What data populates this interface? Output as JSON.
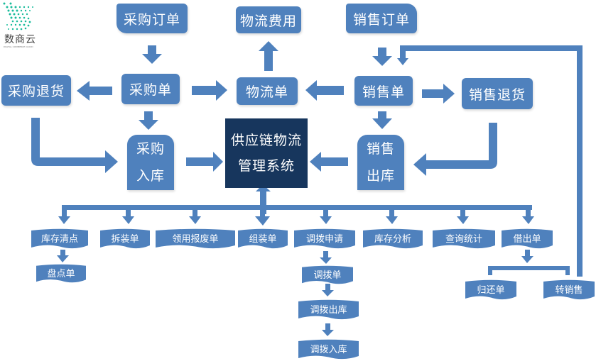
{
  "logo": {
    "name": "数商云",
    "subtitle": "DIGITAL COMMERCE CLOUD",
    "dot_color": "#1abc9c"
  },
  "colors": {
    "node": "#4f81bd",
    "core": "#17365d",
    "text": "#ffffff"
  },
  "nodes": {
    "purchase_order": "采购订单",
    "logistics_cost": "物流费用",
    "sales_order": "销售订单",
    "purchase_return": "采购退货",
    "purchase_form": "采购单",
    "logistics_form": "物流单",
    "sales_form": "销售单",
    "sales_return": "销售退货",
    "purchase_inbound_1": "采购",
    "purchase_inbound_2": "入库",
    "core_1": "供应链物流",
    "core_2": "管理系统",
    "sales_outbound_1": "销售",
    "sales_outbound_2": "出库"
  },
  "modules": [
    {
      "key": "inventory_count",
      "label": "库存清点"
    },
    {
      "key": "disassembly",
      "label": "拆装单"
    },
    {
      "key": "requisition_scrap",
      "label": "领用报废单"
    },
    {
      "key": "assembly",
      "label": "组装单"
    },
    {
      "key": "transfer_request",
      "label": "调拨申请"
    },
    {
      "key": "inventory_analysis",
      "label": "库存分析"
    },
    {
      "key": "query_stats",
      "label": "查询统计"
    },
    {
      "key": "loan_out",
      "label": "借出单"
    }
  ],
  "sub_modules": {
    "count_sheet": "盘点单",
    "transfer_form": "调拨单",
    "transfer_out": "调拨出库",
    "transfer_in": "调拨入库",
    "return_form": "归还单",
    "convert_sale": "转销售"
  }
}
